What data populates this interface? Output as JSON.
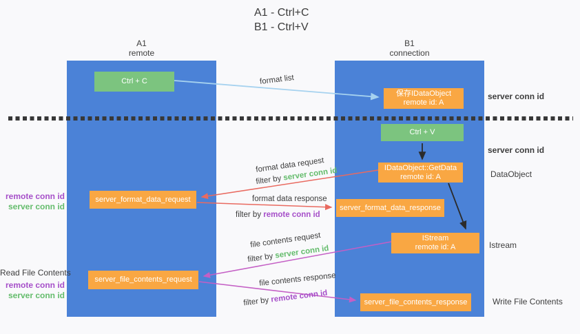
{
  "title": {
    "line1": "A1 - Ctrl+C",
    "line2": "B1 - Ctrl+V"
  },
  "columns": {
    "left": {
      "name": "A1",
      "role": "remote"
    },
    "right": {
      "name": "B1",
      "role": "connection"
    }
  },
  "nodes": {
    "ctrl_c": "Ctrl + C",
    "ctrl_v": "Ctrl + V",
    "save_idataobject": {
      "line1": "保存IDataObject",
      "line2": "remote id: A"
    },
    "getdata": {
      "line1": "IDataObject::GetData",
      "line2": "remote id: A"
    },
    "istream": {
      "line1": "IStream",
      "line2": "remote id: A"
    },
    "format_request": "server_format_data_request",
    "format_response": "server_format_data_response",
    "file_request": "server_file_contents_request",
    "file_response": "server_file_contents_response"
  },
  "flow_labels": {
    "format_list": "format list",
    "format_data_request": "format data request",
    "format_data_response": "format data response",
    "file_contents_request": "file contents request",
    "file_contents_response": "file contents response",
    "filter_by": "filter by",
    "server_conn_id": "server conn id",
    "remote_conn_id": "remote conn id"
  },
  "side_labels": {
    "server_conn_id": "server conn id",
    "remote_conn_id": "remote conn id",
    "dataobject": "DataObject",
    "istream": "Istream",
    "read_file_contents": "Read File Contents",
    "write_file_contents": "Write File Contents"
  },
  "colors": {
    "column_blue": "#4b82d7",
    "node_orange": "#f9a743",
    "node_green": "#7cc47f",
    "arrow_light_blue": "#a6d2ef",
    "arrow_red": "#e96a60",
    "arrow_magenta": "#c45fc5",
    "arrow_black": "#2b2b2b",
    "text_green": "#64bc6c",
    "text_purple": "#a64fc9",
    "text_dark": "#3d3d3d"
  }
}
